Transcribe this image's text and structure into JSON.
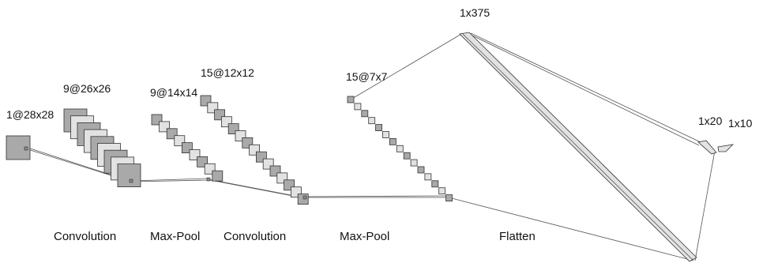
{
  "layers": [
    {
      "id": "input",
      "label": "1@28x28",
      "count": 1
    },
    {
      "id": "conv1",
      "label": "9@26x26",
      "count": 9
    },
    {
      "id": "pool1",
      "label": "9@14x14",
      "count": 9
    },
    {
      "id": "conv2",
      "label": "15@12x12",
      "count": 15
    },
    {
      "id": "pool2",
      "label": "15@7x7",
      "count": 15
    },
    {
      "id": "flat",
      "label": "1x375",
      "count": 1
    },
    {
      "id": "fc1",
      "label": "1x20",
      "count": 1
    },
    {
      "id": "fc2",
      "label": "1x10",
      "count": 1
    }
  ],
  "operations": [
    {
      "id": "op-convolution-1",
      "label": "Convolution"
    },
    {
      "id": "op-max-pool-1",
      "label": "Max-Pool"
    },
    {
      "id": "op-convolution-2",
      "label": "Convolution"
    },
    {
      "id": "op-max-pool-2",
      "label": "Max-Pool"
    },
    {
      "id": "op-flatten",
      "label": "Flatten"
    }
  ],
  "colors": {
    "fill_dark": "#a9a9a9",
    "fill_light": "#e2e2e2",
    "stroke": "#333333",
    "line": "#555555"
  }
}
